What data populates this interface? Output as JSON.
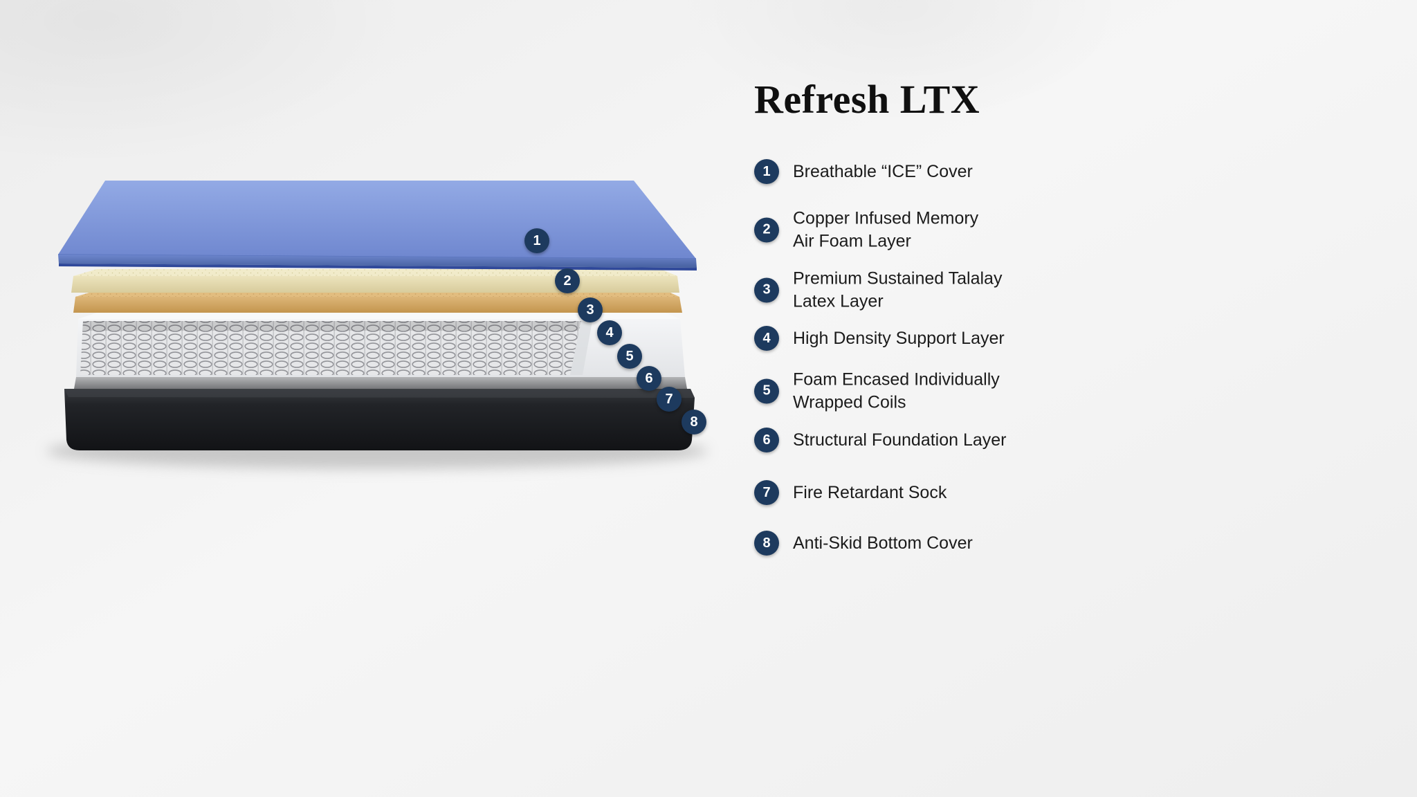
{
  "title": "Refresh LTX",
  "legend": {
    "items": [
      {
        "number": "1",
        "label": "Breathable “ICE” Cover"
      },
      {
        "number": "2",
        "label": "Copper Infused Memory\nAir Foam Layer"
      },
      {
        "number": "3",
        "label": "Premium Sustained Talalay\nLatex Layer"
      },
      {
        "number": "4",
        "label": "High Density Support Layer"
      },
      {
        "number": "5",
        "label": "Foam Encased Individually\nWrapped Coils"
      },
      {
        "number": "6",
        "label": "Structural Foundation Layer"
      },
      {
        "number": "7",
        "label": "Fire Retardant Sock"
      },
      {
        "number": "8",
        "label": "Anti-Skid Bottom Cover"
      }
    ]
  },
  "diagram": {
    "badge_numbers": [
      "1",
      "2",
      "3",
      "4",
      "5",
      "6",
      "7",
      "8"
    ],
    "layers": [
      {
        "name": "breathable-ice-cover",
        "color": "#7e97d8"
      },
      {
        "name": "copper-infused-memory-air-foam-layer",
        "color": "#e9e1b8"
      },
      {
        "name": "premium-sustained-talalay-latex-layer",
        "color": "#d4ab67"
      },
      {
        "name": "high-density-support-layer",
        "color": "#eef0f2"
      },
      {
        "name": "foam-encased-individually-wrapped-coils",
        "color": "#b9babc"
      },
      {
        "name": "structural-foundation-layer",
        "color": "#909193"
      },
      {
        "name": "fire-retardant-sock-anti-skid-bottom",
        "color": "#1b1d20"
      }
    ]
  },
  "colors": {
    "badge": "#1d3a5e",
    "badge_text": "#ffffff",
    "title_text": "#101010",
    "body_text": "#1b1b1b",
    "background": "#f1f1f1"
  }
}
